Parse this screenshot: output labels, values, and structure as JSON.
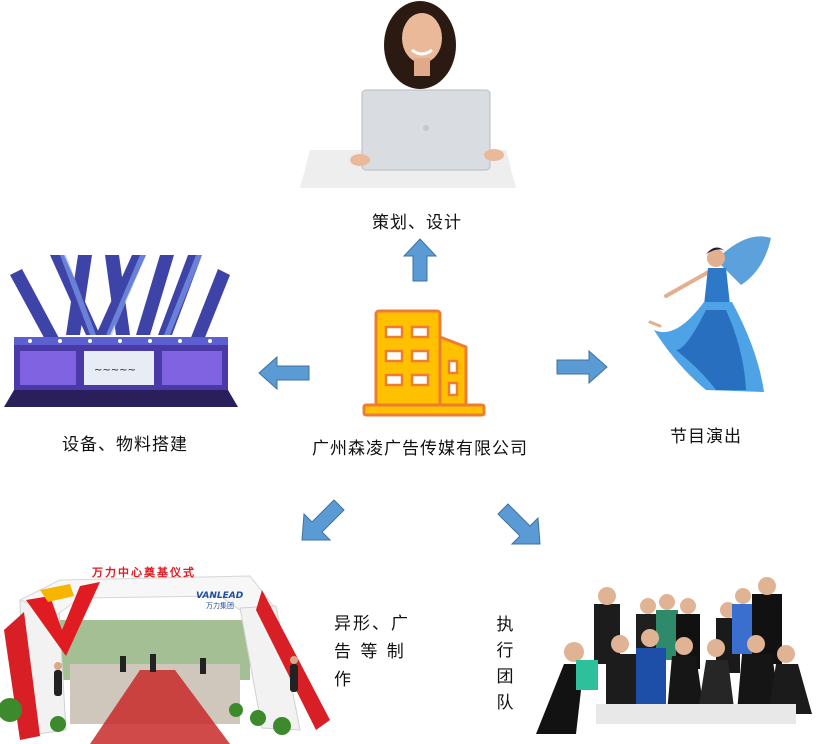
{
  "center": {
    "company_name": "广州森凌广告传媒有限公司"
  },
  "nodes": {
    "top": {
      "label": "策划、设计"
    },
    "left": {
      "label": "设备、物料搭建"
    },
    "right": {
      "label": "节目演出"
    },
    "bottom_left": {
      "label_line1": "异形、广",
      "label_line2": "告 等 制",
      "label_line3": "作"
    },
    "bottom_right": {
      "label": "执行团队"
    }
  },
  "arch": {
    "banner": "万力中心奠基仪式",
    "logo_en": "VANLEAD",
    "logo_cn": "万力集团"
  },
  "colors": {
    "building_fill": "#FFC000",
    "building_stroke": "#ED7D31",
    "arrow_fill": "#5B9BD5",
    "arrow_stroke": "#41719C"
  }
}
